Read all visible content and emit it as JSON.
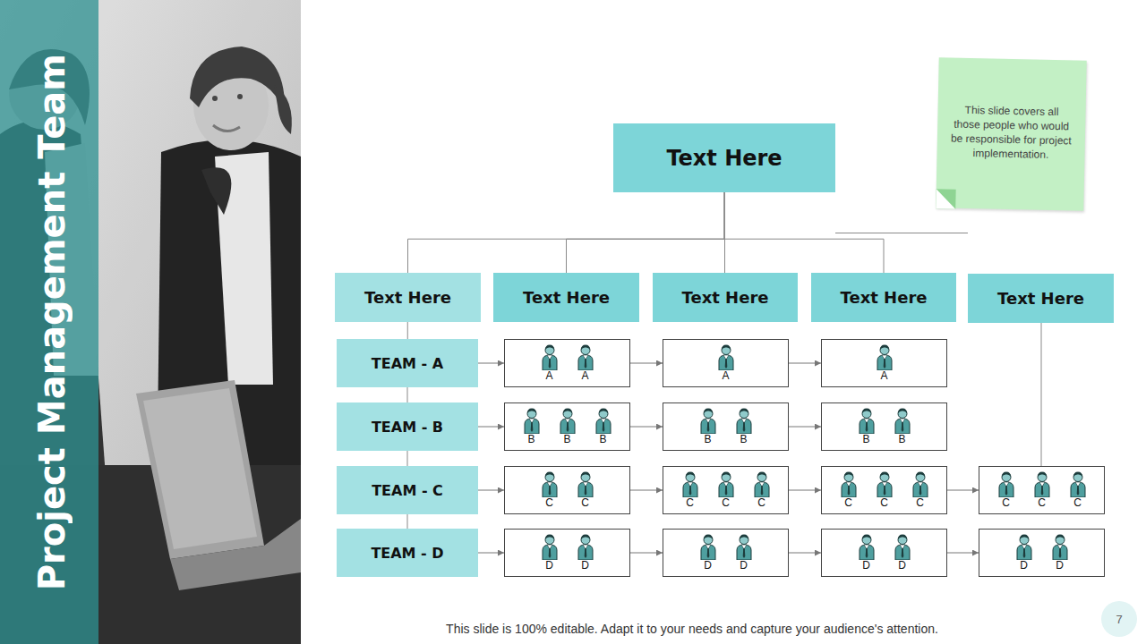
{
  "diagram": {
    "title": "Project Management Team",
    "caption": "This slide is 100% editable. Adapt it to your needs and capture your audience's attention.",
    "nodes": [
      {
        "text": [
          "Text Here"
        ]
      },
      {
        "text": [
          "This slide covers all those people who would be responsible for project implementation."
        ]
      },
      {
        "text": [
          "Text Here"
        ]
      },
      {
        "text": [
          "Text Here"
        ]
      },
      {
        "text": [
          "Text Here"
        ]
      },
      {
        "text": [
          "Text Here"
        ]
      },
      {
        "text": [
          "Text Here"
        ]
      },
      {
        "text": [
          "TEAM - A"
        ]
      },
      {
        "text": [
          "A",
          "A"
        ]
      },
      {
        "text": [
          "A"
        ]
      },
      {
        "text": [
          "A"
        ]
      },
      {
        "text": [
          "TEAM - B"
        ]
      },
      {
        "text": [
          "B",
          "B",
          "B"
        ]
      },
      {
        "text": [
          "B",
          "B"
        ]
      },
      {
        "text": [
          "B",
          "B"
        ]
      },
      {
        "text": [
          "TEAM - C"
        ]
      },
      {
        "text": [
          "C",
          "C"
        ]
      },
      {
        "text": [
          "C",
          "C",
          "C"
        ]
      },
      {
        "text": [
          "C",
          "C",
          "C"
        ]
      },
      {
        "text": [
          "C",
          "C",
          "C"
        ]
      },
      {
        "text": [
          "TEAM - D"
        ]
      },
      {
        "text": [
          "D",
          "D"
        ]
      },
      {
        "text": [
          "D",
          "D"
        ]
      },
      {
        "text": [
          "D",
          "D"
        ]
      },
      {
        "text": [
          "D",
          "D"
        ]
      },
      {
        "text": [
          "7"
        ]
      }
    ],
    "edges": [
      {
        "from": 0,
        "to": 2,
        "arrow": "none"
      },
      {
        "from": 0,
        "to": 3,
        "arrow": "none"
      },
      {
        "from": 0,
        "to": 4,
        "arrow": "none"
      },
      {
        "from": 0,
        "to": 5,
        "arrow": "none"
      },
      {
        "from": 0,
        "to": 6,
        "arrow": "none"
      },
      {
        "from": 2,
        "to": 7,
        "arrow": "none"
      },
      {
        "from": 7,
        "to": 11,
        "arrow": "none"
      },
      {
        "from": 11,
        "to": 15,
        "arrow": "none"
      },
      {
        "from": 15,
        "to": 20,
        "arrow": "none"
      },
      {
        "from": 6,
        "to": 19,
        "arrow": "none"
      },
      {
        "from": 7,
        "to": 8,
        "arrow": "to"
      },
      {
        "from": 8,
        "to": 9,
        "arrow": "to"
      },
      {
        "from": 9,
        "to": 10,
        "arrow": "to"
      },
      {
        "from": 11,
        "to": 12,
        "arrow": "to"
      },
      {
        "from": 12,
        "to": 13,
        "arrow": "to"
      },
      {
        "from": 13,
        "to": 14,
        "arrow": "to"
      },
      {
        "from": 15,
        "to": 16,
        "arrow": "to"
      },
      {
        "from": 16,
        "to": 17,
        "arrow": "to"
      },
      {
        "from": 17,
        "to": 18,
        "arrow": "to"
      },
      {
        "from": 18,
        "to": 19,
        "arrow": "to"
      },
      {
        "from": 20,
        "to": 21,
        "arrow": "to"
      },
      {
        "from": 21,
        "to": 22,
        "arrow": "to"
      },
      {
        "from": 22,
        "to": 23,
        "arrow": "to"
      },
      {
        "from": 23,
        "to": 24,
        "arrow": "to"
      }
    ]
  }
}
